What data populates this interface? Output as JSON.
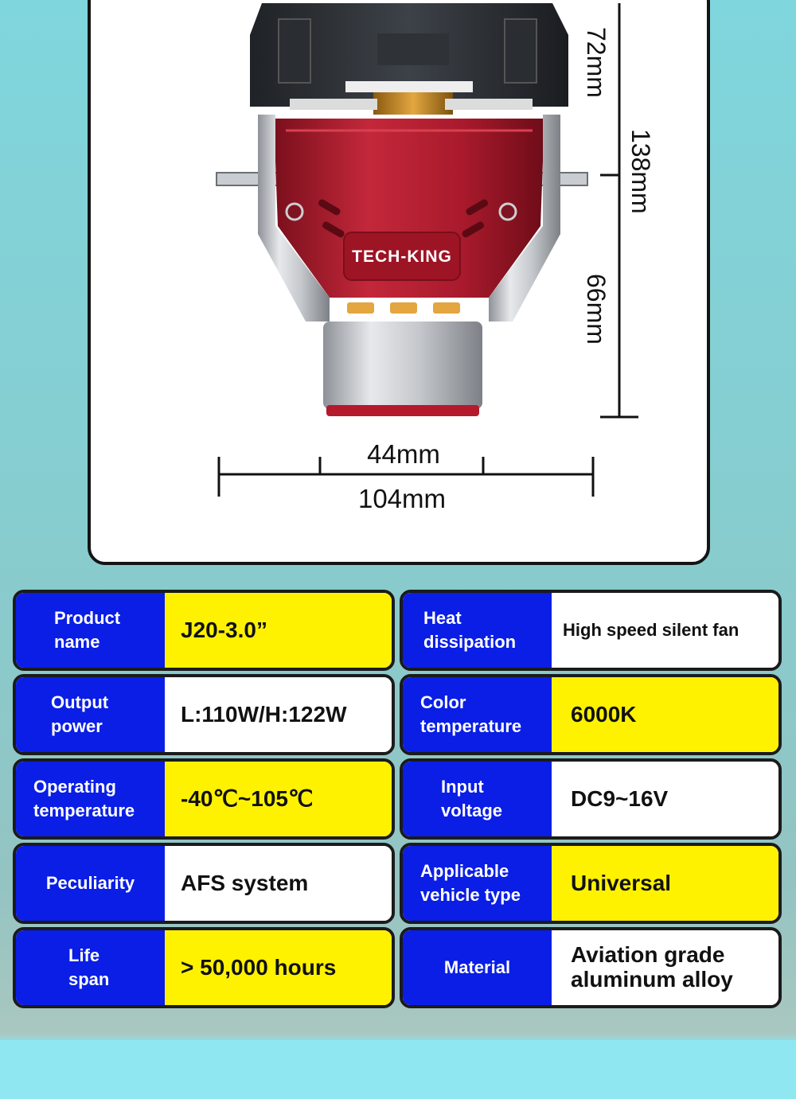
{
  "product_image": {
    "brand_logo": "TECH-KING",
    "dimensions": {
      "top_height": "72mm",
      "total_height": "138mm",
      "bottom_height": "66mm",
      "inner_width": "44mm",
      "total_width": "104mm"
    }
  },
  "specs": [
    {
      "label": "Product\nname",
      "value": "J20-3.0”"
    },
    {
      "label": "Heat\ndissipation",
      "value": "High speed silent fan"
    },
    {
      "label": "Output\npower",
      "value": "L:110W/H:122W"
    },
    {
      "label": "Color\ntemperature",
      "value": "6000K"
    },
    {
      "label": "Operating\ntemperature",
      "value": "-40℃~105℃"
    },
    {
      "label": "Input\nvoltage",
      "value": "DC9~16V"
    },
    {
      "label": "Peculiarity",
      "value": "AFS system"
    },
    {
      "label": "Applicable\nvehicle type",
      "value": "Universal"
    },
    {
      "label": "Life\nspan",
      "value": "> 50,000 hours"
    },
    {
      "label": "Material",
      "value": "Aviation grade\naluminum alloy"
    }
  ],
  "colors": {
    "label_bg": "#0a1ee6",
    "highlight_bg": "#fff200",
    "product_red": "#b5192c"
  }
}
